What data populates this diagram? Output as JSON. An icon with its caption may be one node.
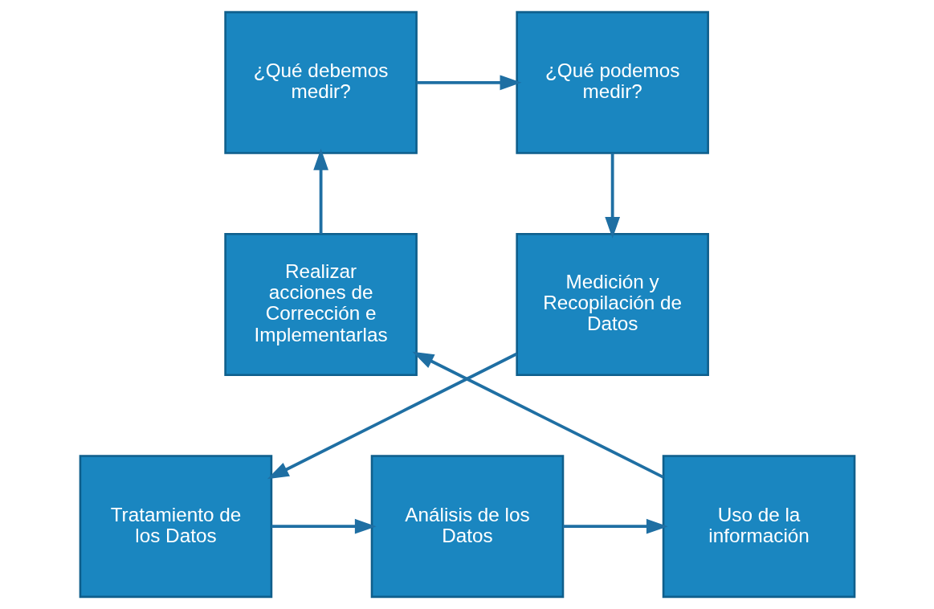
{
  "diagram": {
    "nodes": [
      {
        "text": [
          "¿Qué debemos medir?"
        ]
      },
      {
        "text": [
          "¿Qué podemos medir?"
        ]
      },
      {
        "text": [
          "Realizar acciones de Corrección e Implementarlas"
        ]
      },
      {
        "text": [
          "Medición y Recopilación de Datos"
        ]
      },
      {
        "text": [
          "Uso de la información"
        ]
      },
      {
        "text": [
          "Tratamiento de los Datos"
        ]
      },
      {
        "text": [
          "Análisis de los Datos"
        ]
      }
    ],
    "edges": [
      {
        "from": 0,
        "to": 1,
        "arrow": "to"
      },
      {
        "from": 1,
        "to": 3,
        "arrow": "to"
      },
      {
        "from": 3,
        "to": 5,
        "arrow": "to"
      },
      {
        "from": 5,
        "to": 6,
        "arrow": "to"
      },
      {
        "from": 6,
        "to": 4,
        "arrow": "to"
      },
      {
        "from": 4,
        "to": 2,
        "arrow": "to"
      },
      {
        "from": 2,
        "to": 0,
        "arrow": "to"
      }
    ]
  }
}
